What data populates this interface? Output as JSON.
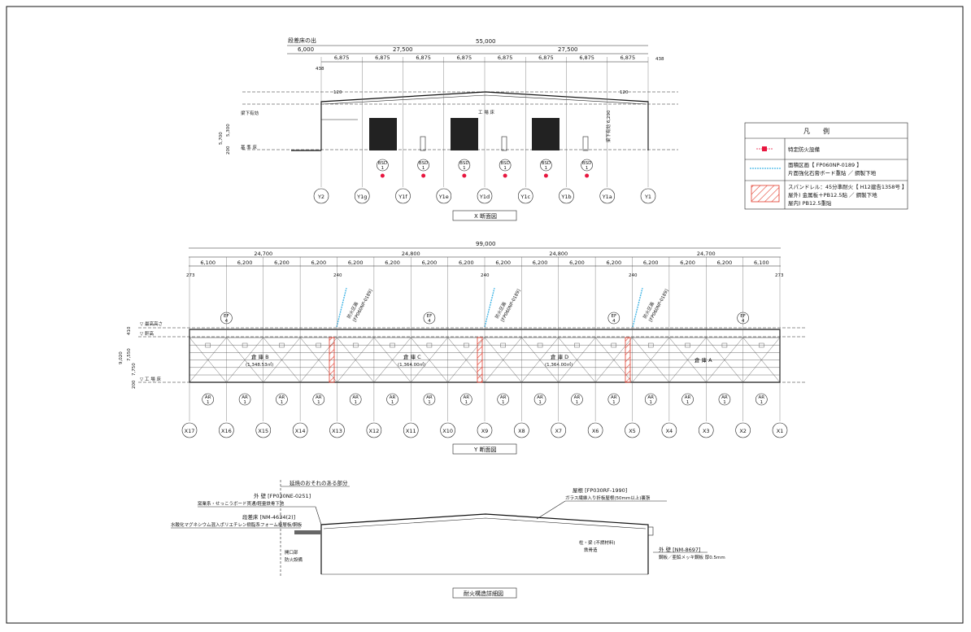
{
  "x_section": {
    "title": "X 断面図",
    "label_top": "段差床の出",
    "dim_total": "55,000",
    "dim_left_offset": "6,000",
    "dim_halves": [
      "27,500",
      "27,500"
    ],
    "dim_bays": [
      "6,875",
      "6,875",
      "6,875",
      "6,875",
      "6,875",
      "6,875",
      "6,875",
      "6,875"
    ],
    "dim_edge_left": "438",
    "dim_edge_right": "438",
    "eave_left": "120",
    "eave_right": "120",
    "notes": [
      "梁下有効",
      "基 準 床",
      "工 場 床",
      "梁下有効 6,290"
    ],
    "heights": [
      "5,700",
      "5,300",
      "200"
    ],
    "grid_labels": [
      "Y2",
      "Y1g",
      "Y1f",
      "Y1e",
      "Y1d",
      "Y1c",
      "Y1b",
      "Y1a",
      "Y1"
    ],
    "sensor_label": "BSD",
    "sensor_num": "1"
  },
  "y_section": {
    "title": "Y 断面図",
    "dim_total": "99,000",
    "dim_groups": [
      "24,700",
      "24,800",
      "24,800",
      "24,700"
    ],
    "dim_bays": [
      "6,100",
      "6,200",
      "6,200",
      "6,200",
      "6,200",
      "6,200",
      "6,200",
      "6,200",
      "6,200",
      "6,200",
      "6,200",
      "6,200",
      "6,200",
      "6,200",
      "6,200",
      "6,100"
    ],
    "col_marks": [
      "273",
      "240",
      "240",
      "240",
      "273"
    ],
    "fire_labels": [
      "防火区画",
      "防火区画",
      "防火区画"
    ],
    "fire_codes": [
      "[FP060NP-0189]",
      "[FP060NP-0189]",
      "[FP060NP-0189]"
    ],
    "ef_label": "EF",
    "ef_num": "4",
    "heights": [
      "9,020",
      "7,550",
      "7,750",
      "410",
      "200"
    ],
    "level_notes": [
      "▽ 最高高さ",
      "▽ 軒高",
      "▽ 工 場 床"
    ],
    "room_names": [
      "倉 庫 B",
      "倉 庫 C",
      "倉 庫 D",
      "倉 庫 A"
    ],
    "room_areas": [
      "(1,348.53㎡)",
      "(1,364.00㎡)",
      "(1,364.00㎡)",
      ""
    ],
    "ar_label": "AR",
    "ar_num": "1",
    "grid_labels": [
      "X17",
      "X16",
      "X15",
      "X14",
      "X13",
      "X12",
      "X11",
      "X10",
      "X9",
      "X8",
      "X7",
      "X6",
      "X5",
      "X4",
      "X3",
      "X2",
      "X1"
    ]
  },
  "detail": {
    "title": "耐火構造詳細図",
    "top_note": "延焼のおそれのある部分",
    "wall_title": "外 壁 [FP030NE-0251]",
    "wall_desc": "窯業系・せっこうボード貫通/軽量鉄骨下地",
    "step_title": "段差床 [NM-4634(2)]",
    "step_desc": "水酸化マグネシウム混入ポリエチレン樹脂系フォーム複層板/鋼板",
    "roof_title": "屋根 [FP030RF-1990]",
    "roof_desc": "ガラス繊維入り折板屋根(50mm以上)裏張",
    "beam_note": "柱・梁 (不燃材料)",
    "beam_sub": "鉄骨造",
    "opening1": "開口部",
    "opening2": "防火設備",
    "outer_wall_title": "外 壁 [NM-8697]",
    "outer_wall_desc": "鋼板／亜鉛メッキ鋼板 厚0.5mm"
  },
  "legend": {
    "title": "凡　　例",
    "items": [
      {
        "text1": "特定防火設備",
        "text2": "",
        "text3": ""
      },
      {
        "text1": "面積区画【 FP060NP-0189 】",
        "text2": "片面強化石膏ボード重貼 ／ 鋼製下地",
        "text3": ""
      },
      {
        "text1": "スパンドレル：45分準耐火【 H12建告1358号 】",
        "text2": "屋外) 金属板＋PB12.5貼 ／ 鋼製下地",
        "text3": "屋内) PB12.5重貼"
      }
    ],
    "colors": {
      "fire_red": "#e8163f",
      "zone_blue": "#45b6e6",
      "hatch_red": "#e23a2a"
    }
  }
}
